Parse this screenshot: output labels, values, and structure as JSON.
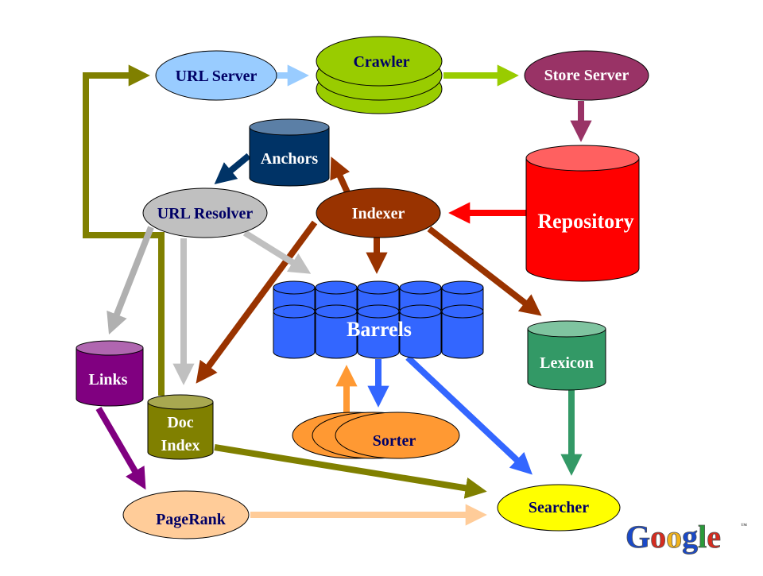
{
  "components": {
    "url_server": "URL Server",
    "crawler": "Crawler",
    "store_server": "Store Server",
    "anchors": "Anchors",
    "repository": "Repository",
    "url_resolver": "URL Resolver",
    "indexer": "Indexer",
    "barrels": "Barrels",
    "lexicon": "Lexicon",
    "links": "Links",
    "doc_index_line1": "Doc",
    "doc_index_line2": "Index",
    "sorter": "Sorter",
    "searcher": "Searcher",
    "pagerank": "PageRank"
  },
  "logo": {
    "text": "Google",
    "tm": "™",
    "colors": [
      "#1a49c8",
      "#d62b1f",
      "#f2b31b",
      "#1a49c8",
      "#2a9a3a",
      "#d62b1f"
    ]
  },
  "colors": {
    "url_server": "#99ccff",
    "crawler": "#99cc00",
    "store_server": "#993366",
    "anchors": "#003366",
    "repository": "#ff0000",
    "url_resolver": "#c0c0c0",
    "indexer": "#993300",
    "barrels": "#3366ff",
    "lexicon": "#339966",
    "links": "#800080",
    "doc_index": "#808000",
    "sorter": "#ff9933",
    "searcher": "#ffff00",
    "pagerank": "#ffcc99"
  }
}
